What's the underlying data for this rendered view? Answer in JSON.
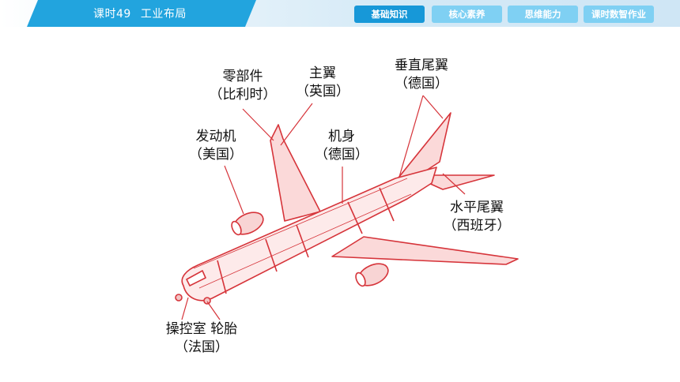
{
  "header": {
    "lesson_number": "课时49",
    "lesson_title": "工业布局"
  },
  "nav": {
    "tabs": [
      {
        "label": "基础知识",
        "active": true
      },
      {
        "label": "核心素养",
        "active": false
      },
      {
        "label": "思维能力",
        "active": false
      },
      {
        "label": "课时数智作业",
        "active": false
      }
    ]
  },
  "colors": {
    "accent": "#22a4de",
    "active_tab": "#1798d8",
    "inactive_tab": "#7fd0f3",
    "plane_outline": "#d6343a",
    "leader_line": "#d6343a"
  },
  "diagram": {
    "parts": [
      {
        "part": "零部件",
        "country": "（比利时）"
      },
      {
        "part": "主翼",
        "country": "（英国）"
      },
      {
        "part": "垂直尾翼",
        "country": "（德国）"
      },
      {
        "part": "发动机",
        "country": "（美国）"
      },
      {
        "part": "机身",
        "country": "（德国）"
      },
      {
        "part": "水平尾翼",
        "country": "（西班牙）"
      },
      {
        "part": "操控室 轮胎",
        "country": "（法国）"
      }
    ]
  }
}
